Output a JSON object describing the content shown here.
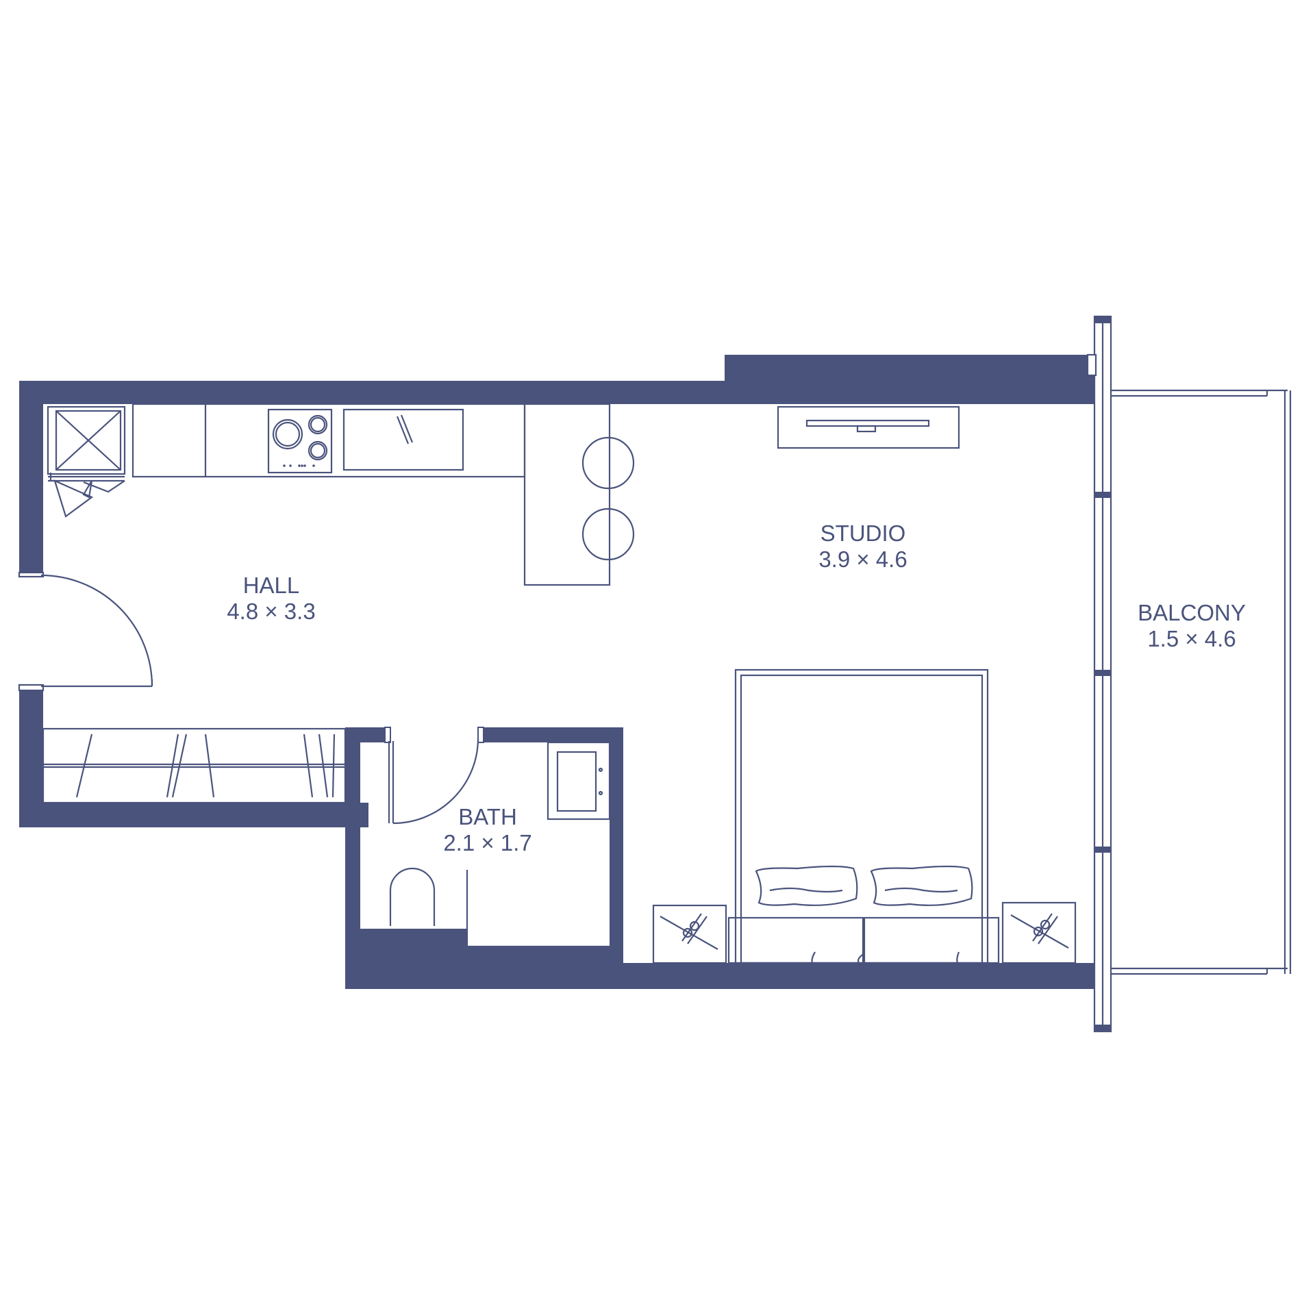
{
  "colors": {
    "wall": "#4a537c",
    "line": "#4a537c",
    "background": "#ffffff"
  },
  "rooms": {
    "hall": {
      "name": "HALL",
      "size": "4.8 × 3.3"
    },
    "studio": {
      "name": "STUDIO",
      "size": "3.9 × 4.6"
    },
    "bath": {
      "name": "BATH",
      "size": "2.1 × 1.7"
    },
    "balcony": {
      "name": "BALCONY",
      "size": "1.5 × 4.6"
    }
  }
}
